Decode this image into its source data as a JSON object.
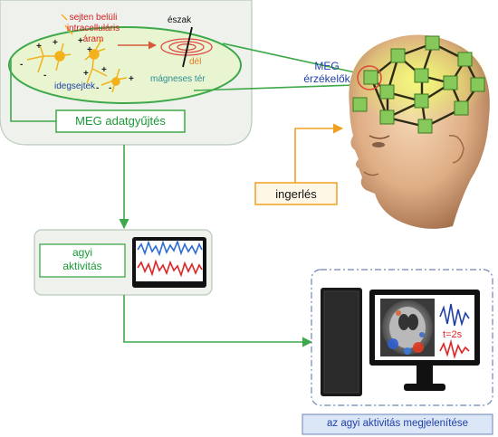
{
  "colors": {
    "panel_bg": "#eef1ec",
    "panel_border": "#b9c9bb",
    "green_line": "#3ea84a",
    "green_box": "#86c85a",
    "ellipse_fill": "#e8f5d0",
    "neuron": "#f3b21c",
    "red_text": "#d41e1e",
    "blue_text": "#1f3fa8",
    "orange": "#f0a020",
    "dashed_blue": "#6d83b8",
    "label_bg_blue": "#dbe6f7"
  },
  "ellipse": {
    "current_label": "sejten belüli intracelluláris áram",
    "current_lines": [
      "sejten belüli",
      "intracelluláris",
      "áram"
    ],
    "neurons_label": "idegsejtek",
    "north_label": "észak",
    "south_label": "dél",
    "field_label": "mágneses tér"
  },
  "meg_box_label": "MEG adatgyűjtés",
  "meg_sensors_lines": [
    "MEG",
    "érzékelők"
  ],
  "stimulus_label": "ingerlés",
  "activity_lines": [
    "agyi",
    "aktivitás"
  ],
  "display": {
    "time_label": "t=2s",
    "caption": "az agyi aktivitás megjelenítése"
  },
  "icons": {
    "head": "human-head-icon",
    "monitor": "monitor-icon",
    "tower": "pc-tower-icon",
    "neuron": "neuron-icon"
  }
}
